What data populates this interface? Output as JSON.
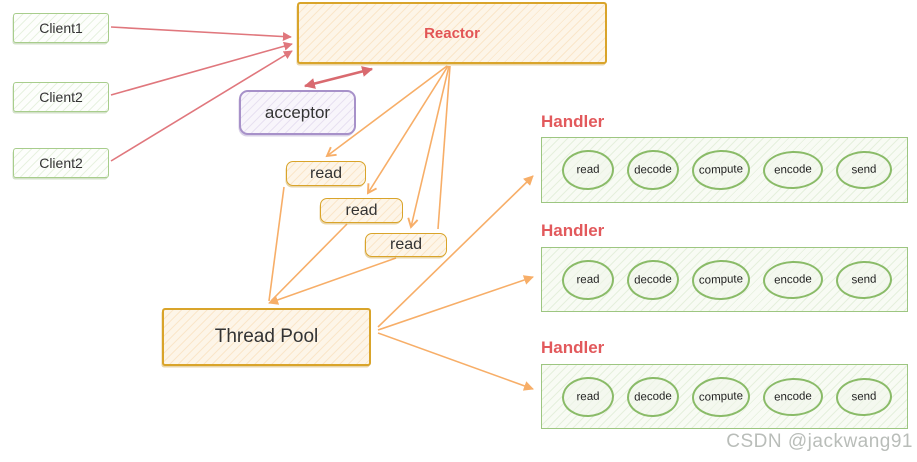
{
  "clients": [
    {
      "label": "Client1"
    },
    {
      "label": "Client2"
    },
    {
      "label": "Client2"
    }
  ],
  "reactor": {
    "label": "Reactor"
  },
  "acceptor": {
    "label": "acceptor"
  },
  "reads": [
    {
      "label": "read"
    },
    {
      "label": "read"
    },
    {
      "label": "read"
    }
  ],
  "thread_pool": {
    "label": "Thread Pool"
  },
  "handlers": [
    {
      "title": "Handler",
      "steps": [
        "read",
        "decode",
        "compute",
        "encode",
        "send"
      ]
    },
    {
      "title": "Handler",
      "steps": [
        "read",
        "decode",
        "compute",
        "encode",
        "send"
      ]
    },
    {
      "title": "Handler",
      "steps": [
        "read",
        "decode",
        "compute",
        "encode",
        "send"
      ]
    }
  ],
  "watermark": {
    "text": "CSDN @jackwang91"
  },
  "colors": {
    "client_border": "#a8cd8c",
    "gold_border": "#d9a42a",
    "reactor_title": "#e25555",
    "handler_title": "#e2595c",
    "acceptor_border": "#a791c9",
    "handler_border": "#9dc681",
    "ellipse_stroke": "#8abb68",
    "arrow_red": "#e0777d",
    "arrow_orange": "#f7ae68",
    "text_dark": "#333333",
    "watermark_gray": "#b9bdb9"
  }
}
